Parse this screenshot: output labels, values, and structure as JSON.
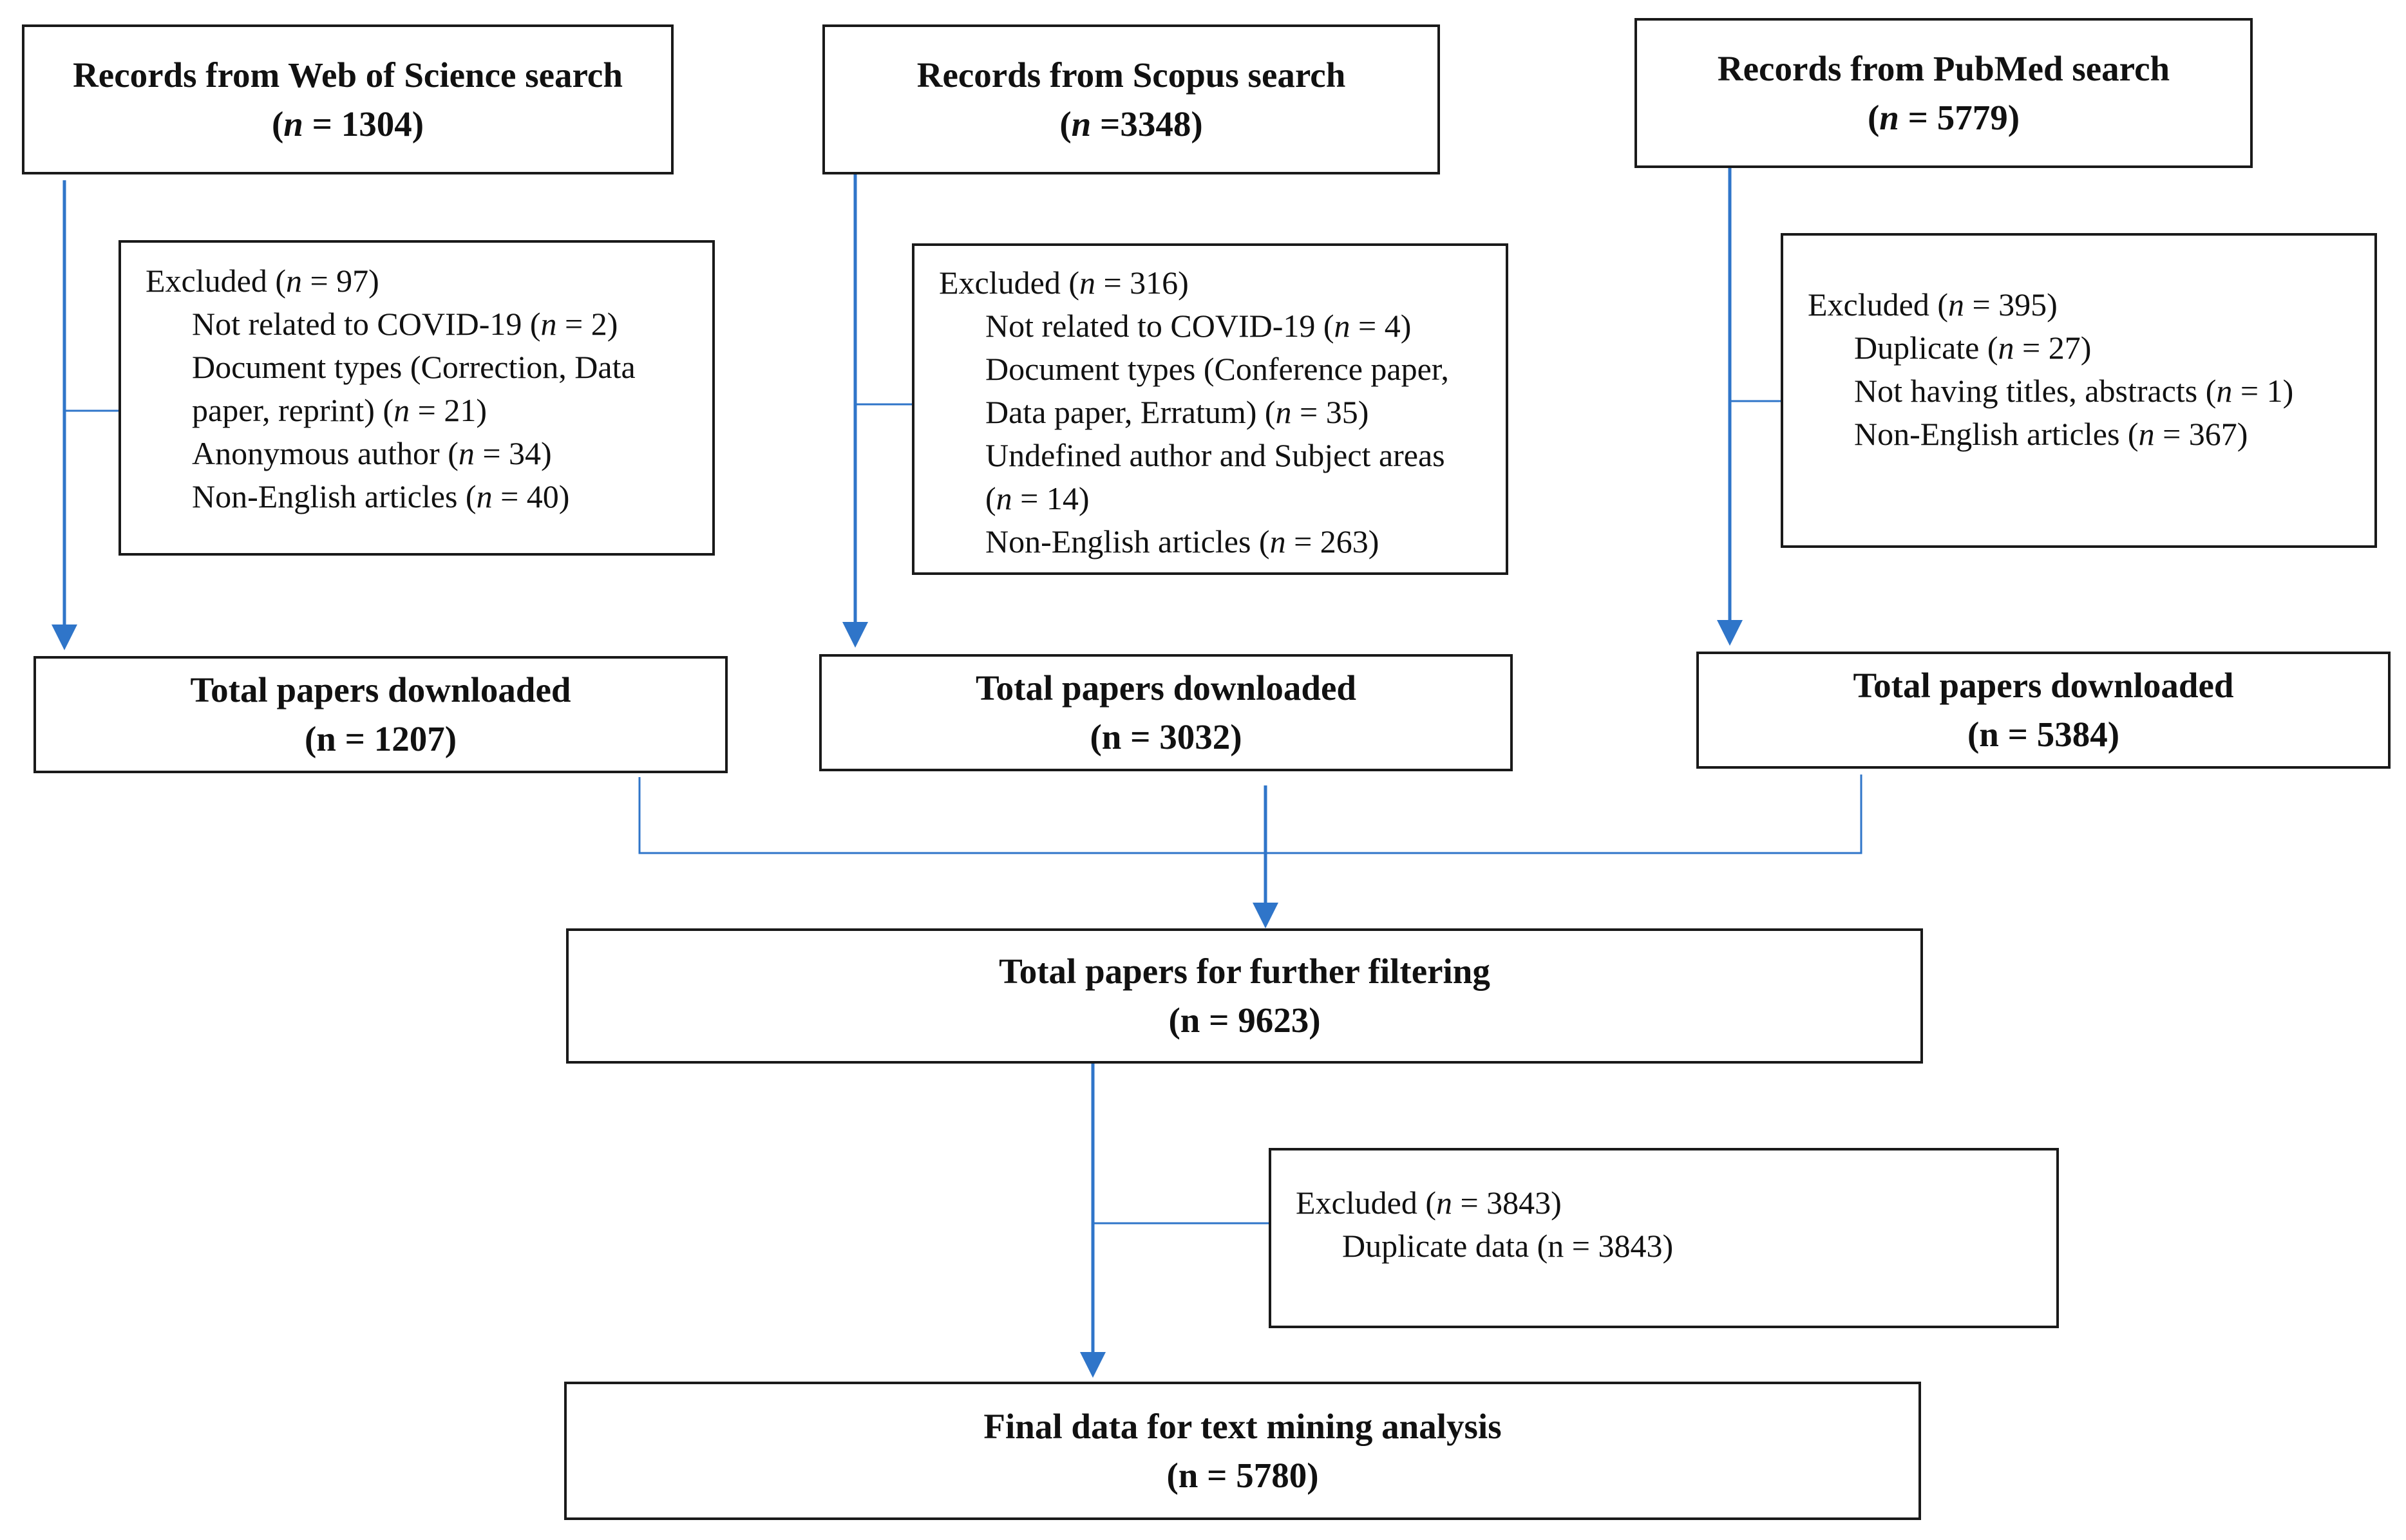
{
  "colors": {
    "connector": "#2f75c9",
    "border": "#1a1a1a",
    "text": "#111111"
  },
  "sources": [
    {
      "title": "Records from Web of Science search",
      "count_prefix": "n",
      "count_suffix": " = 1304)",
      "excluded": {
        "head_suffix": " = 97)",
        "items": [
          {
            "prefix": "Not related to COVID-19 (",
            "suffix": " = 2)"
          },
          {
            "prefix": "Document types (Correction, Data",
            "suffix": ""
          },
          {
            "prefix": "paper, reprint) (",
            "suffix": " = 21)"
          },
          {
            "prefix": "Anonymous author (",
            "suffix": " = 34)"
          },
          {
            "prefix": "Non-English articles (",
            "suffix": " = 40)"
          }
        ]
      },
      "downloaded": {
        "label": "Total papers downloaded",
        "count": "(n = 1207)"
      }
    },
    {
      "title": "Records from Scopus search",
      "count_prefix": "n",
      "count_suffix": " =3348)",
      "excluded": {
        "head_suffix": " = 316)",
        "items": [
          {
            "prefix": "Not related to COVID-19 (",
            "suffix": " = 4)"
          },
          {
            "prefix": "Document types (Conference paper,",
            "suffix": ""
          },
          {
            "prefix": "Data paper, Erratum) (",
            "suffix": " = 35)"
          },
          {
            "prefix": "Undefined author and Subject areas",
            "suffix": ""
          },
          {
            "prefix": "(",
            "suffix": " = 14)"
          },
          {
            "prefix": "Non-English articles (",
            "suffix": " = 263)"
          }
        ]
      },
      "downloaded": {
        "label": "Total papers downloaded",
        "count": "(n = 3032)"
      }
    },
    {
      "title": "Records from PubMed search",
      "count_prefix": "n",
      "count_suffix": " = 5779)",
      "excluded": {
        "head_suffix": " = 395)",
        "items": [
          {
            "prefix": "Duplicate (",
            "suffix": " = 27)"
          },
          {
            "prefix": "Not having titles, abstracts (",
            "suffix": " = 1)"
          },
          {
            "prefix": "Non-English articles (",
            "suffix": " = 367)"
          }
        ]
      },
      "downloaded": {
        "label": "Total papers downloaded",
        "count": "(n = 5384)"
      }
    }
  ],
  "excluded_label": "Excluded (",
  "italic_n": "n",
  "open_paren": "(",
  "further": {
    "label": "Total papers for further filtering",
    "count": "(n = 9623)"
  },
  "final_excluded": {
    "head_suffix": " = 3843)",
    "item": "Duplicate data (n = 3843)"
  },
  "final": {
    "label": "Final data for text mining analysis",
    "count": "(n = 5780)"
  }
}
